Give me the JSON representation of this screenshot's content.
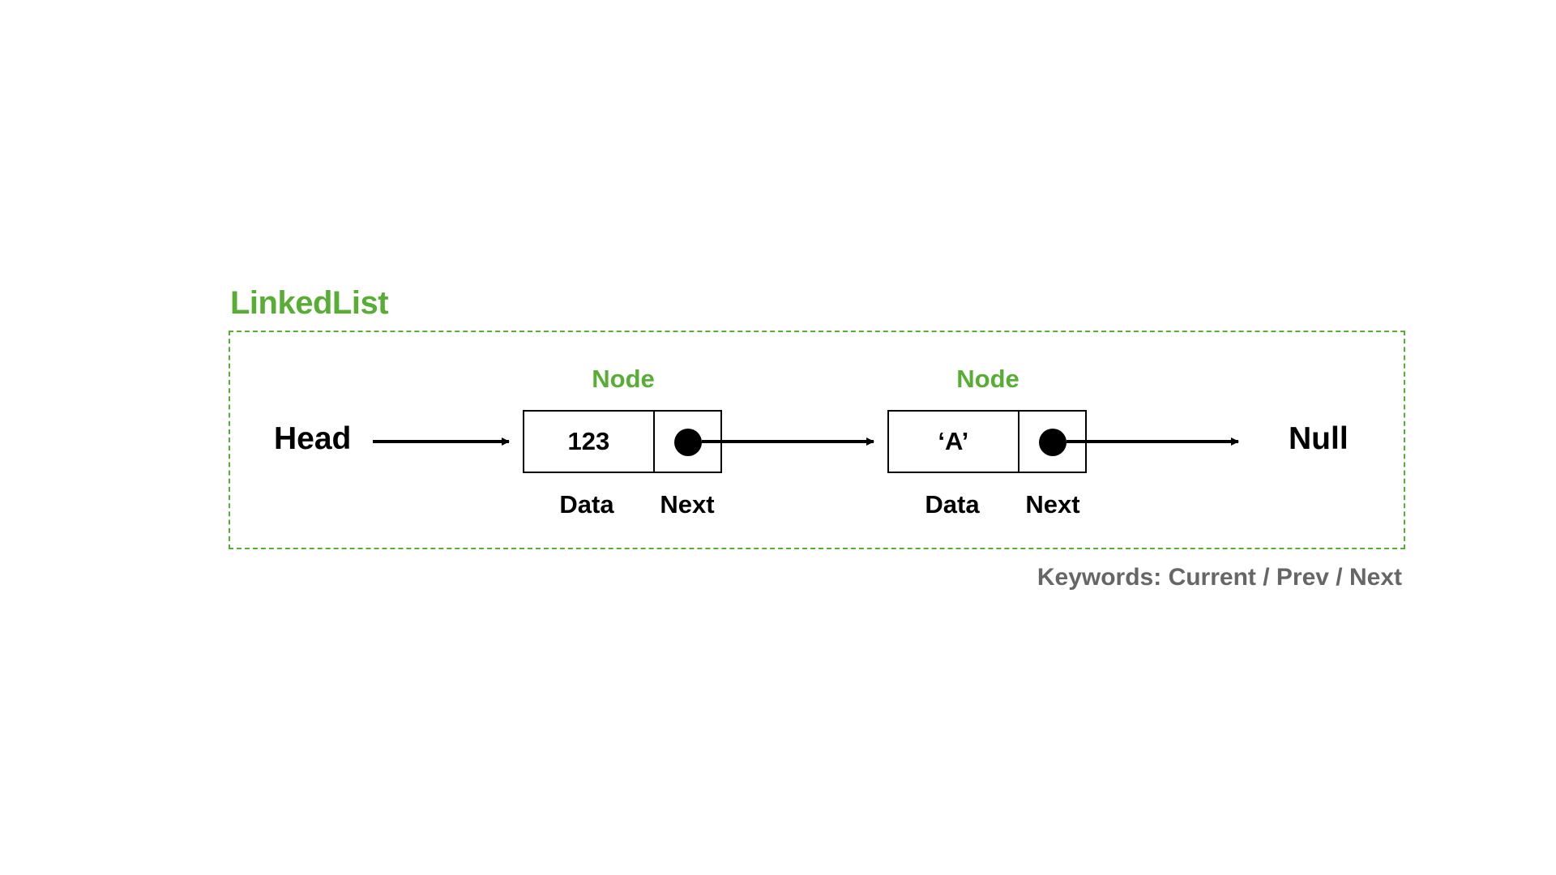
{
  "diagram": {
    "title": "LinkedList",
    "head_label": "Head",
    "null_label": "Null",
    "nodes": [
      {
        "title": "Node",
        "data_value": "123",
        "data_label": "Data",
        "next_label": "Next"
      },
      {
        "title": "Node",
        "data_value": "‘A’",
        "data_label": "Data",
        "next_label": "Next"
      }
    ],
    "keywords": "Keywords: Current / Prev / Next"
  },
  "colors": {
    "accent_green": "#58AE34",
    "keywords_gray": "#666666",
    "line_black": "#000000"
  }
}
